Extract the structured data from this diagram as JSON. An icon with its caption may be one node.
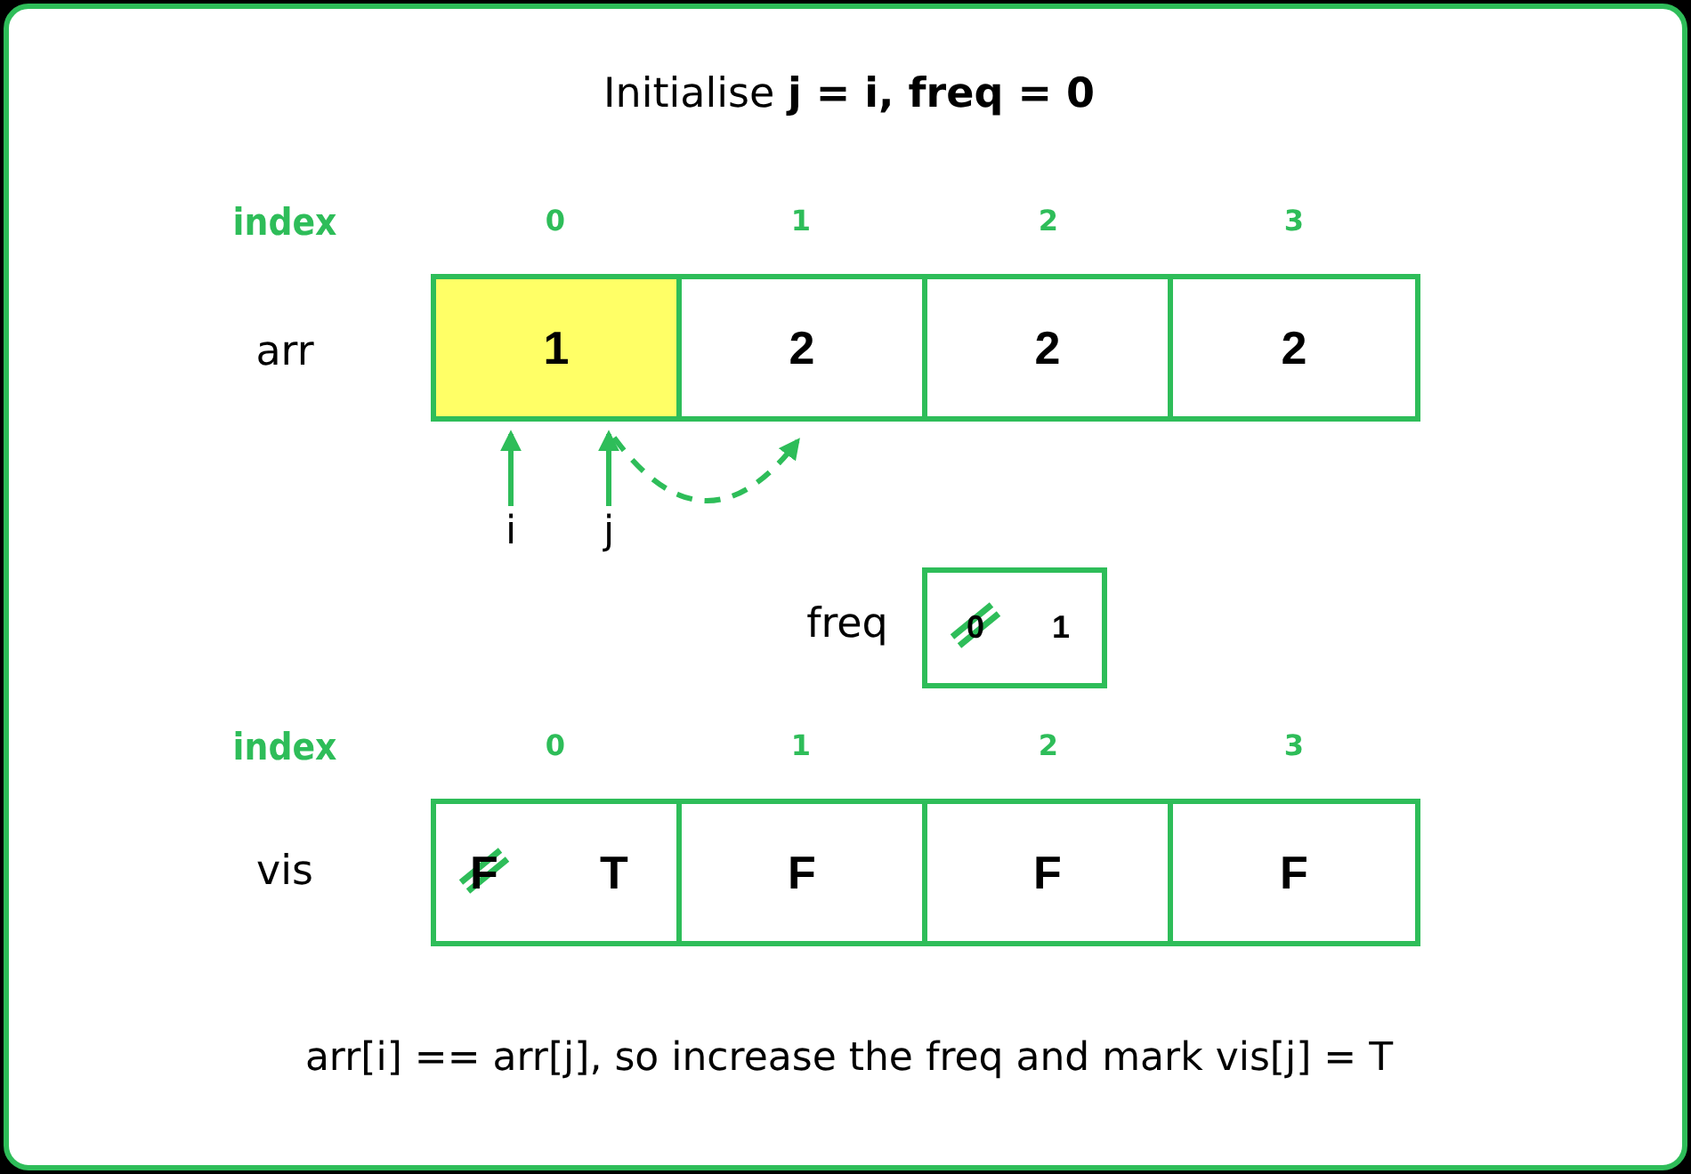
{
  "diagram": {
    "title": "Initialise **j = i, freq = 0**",
    "caption": "arr[i] == arr[j], so increase the freq and mark vis[j] = T",
    "nodes": [
      {
        "text": [
          "1"
        ]
      },
      {
        "text": [
          "2"
        ]
      },
      {
        "text": [
          "2"
        ]
      },
      {
        "text": [
          "2"
        ]
      },
      {
        "text": [
          "i"
        ]
      },
      {
        "text": [
          "j"
        ]
      },
      {
        "text": [
          "0",
          "1"
        ],
        "beside": [
          "freq"
        ]
      },
      {
        "text": [
          "F",
          "T"
        ]
      },
      {
        "text": [
          "F"
        ]
      },
      {
        "text": [
          "F"
        ]
      },
      {
        "text": [
          "F"
        ]
      }
    ],
    "edges": [
      {
        "from": 4,
        "to": 0,
        "arrow": "to"
      },
      {
        "from": 5,
        "to": 0,
        "arrow": "to"
      },
      {
        "from": 0,
        "to": 1,
        "arrow": "to",
        "style": "dashed"
      }
    ],
    "labels": [
      "index",
      "0",
      "1",
      "2",
      "3",
      "arr",
      "index",
      "0",
      "1",
      "2",
      "3",
      "vis"
    ]
  }
}
